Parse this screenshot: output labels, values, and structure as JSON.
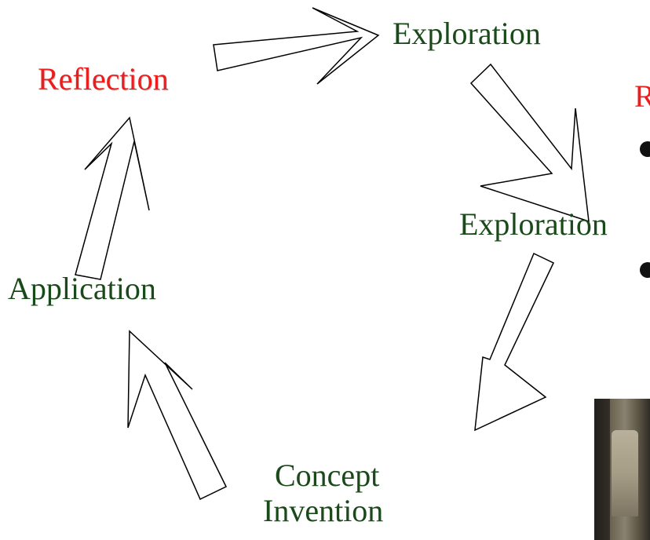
{
  "diagram": {
    "nodes": {
      "exploration_top": "Exploration",
      "reflection": "Reflection",
      "exploration_right": "Exploration",
      "application": "Application",
      "concept_invention_line1": "Concept",
      "concept_invention_line2": "Invention"
    },
    "clipped_heading": "R",
    "colors": {
      "node_text": "#1a4a1a",
      "highlight": "#ee1c1c",
      "arrow_stroke": "#000000"
    }
  }
}
